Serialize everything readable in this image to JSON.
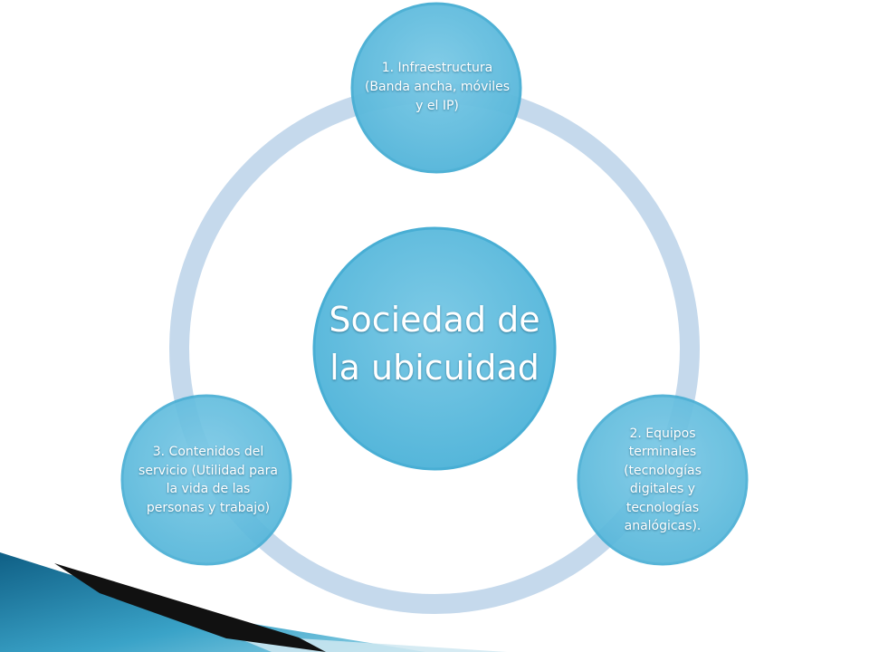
{
  "diagram": {
    "center": {
      "text": "Sociedad de la ubicuidad"
    },
    "nodes": [
      {
        "id": "infraestructura",
        "text": "1. Infraestructura (Banda ancha, móviles y el IP)"
      },
      {
        "id": "equipos",
        "text": "2. Equipos terminales (tecnologías digitales y tecnologías analógicas)."
      },
      {
        "id": "contenidos",
        "text": "3. Contenidos del servicio (Utilidad para la vida de las personas y trabajo)"
      }
    ]
  },
  "colors": {
    "ring": "#c5d9ec",
    "node_fill": "#64bedd",
    "node_border": "#48aed4",
    "text": "#ffffff",
    "accent_dark": "#111111",
    "accent_teal": "#1f86aa"
  }
}
